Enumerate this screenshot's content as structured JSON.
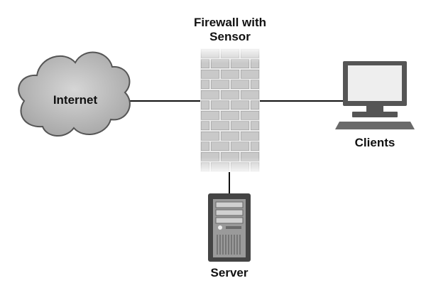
{
  "diagram": {
    "title": "Firewall with Sensor",
    "title_line1": "Firewall with",
    "title_line2": "Sensor",
    "nodes": {
      "internet": {
        "label": "Internet",
        "icon": "cloud-icon"
      },
      "firewall": {
        "label": "Firewall with Sensor",
        "icon": "brick-wall-icon"
      },
      "clients": {
        "label": "Clients",
        "icon": "monitor-icon"
      },
      "server": {
        "label": "Server",
        "icon": "server-tower-icon"
      }
    },
    "edges": [
      {
        "from": "internet",
        "to": "firewall"
      },
      {
        "from": "firewall",
        "to": "clients"
      },
      {
        "from": "firewall",
        "to": "server"
      }
    ],
    "colors": {
      "line": "#111111",
      "brick": "#c9c9c9",
      "mortar": "#f1f1f1",
      "cloud": "#b9b9b9",
      "device": "#555555"
    }
  }
}
